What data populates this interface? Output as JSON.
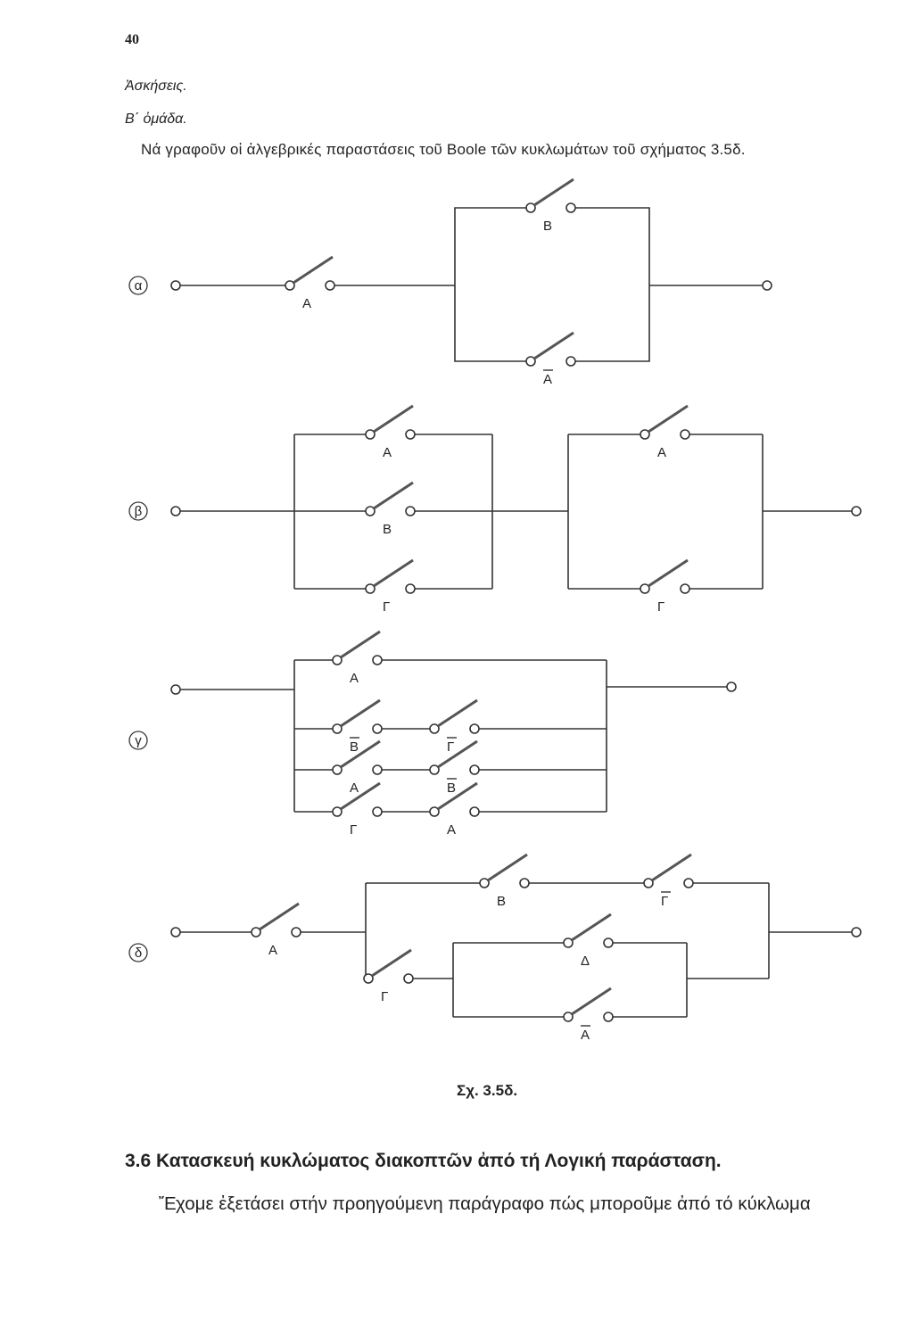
{
  "page_number": "40",
  "heading_exercises": "Ἀσκήσεις.",
  "heading_group": "Β΄ ὁμάδα.",
  "intro": "Νά γραφοῦν οἱ ἀλγεβρικές παραστάσεις τοῦ Boole τῶν κυκλωμάτων τοῦ σχήματος 3.5δ.",
  "circuits": {
    "alpha": {
      "marker": "α",
      "switches": [
        "A",
        "B",
        "A"
      ],
      "negated": [
        false,
        false,
        true
      ]
    },
    "beta": {
      "marker": "β",
      "switches": [
        "A",
        "B",
        "Γ",
        "A",
        "Γ"
      ],
      "negated": [
        false,
        false,
        false,
        false,
        false
      ]
    },
    "gamma": {
      "marker": "γ",
      "switches": [
        "A",
        "B",
        "Γ",
        "A",
        "B",
        "Γ",
        "A"
      ],
      "negated": [
        false,
        true,
        true,
        false,
        true,
        false,
        false
      ]
    },
    "delta": {
      "marker": "δ",
      "switches": [
        "A",
        "B",
        "Γ",
        "Γ",
        "Δ",
        "A"
      ],
      "negated": [
        false,
        false,
        true,
        false,
        false,
        true
      ]
    }
  },
  "caption": "Σχ. 3.5δ.",
  "section_heading": "3.6 Κατασκευή κυκλώματος διακοπτῶν ἀπό τή Λογική παράσταση.",
  "paragraph": "Ἔχομε ἐξετάσει στήν προηγούμενη παράγραφο πώς μποροῦμε ἀπό τό κύκλωμα"
}
